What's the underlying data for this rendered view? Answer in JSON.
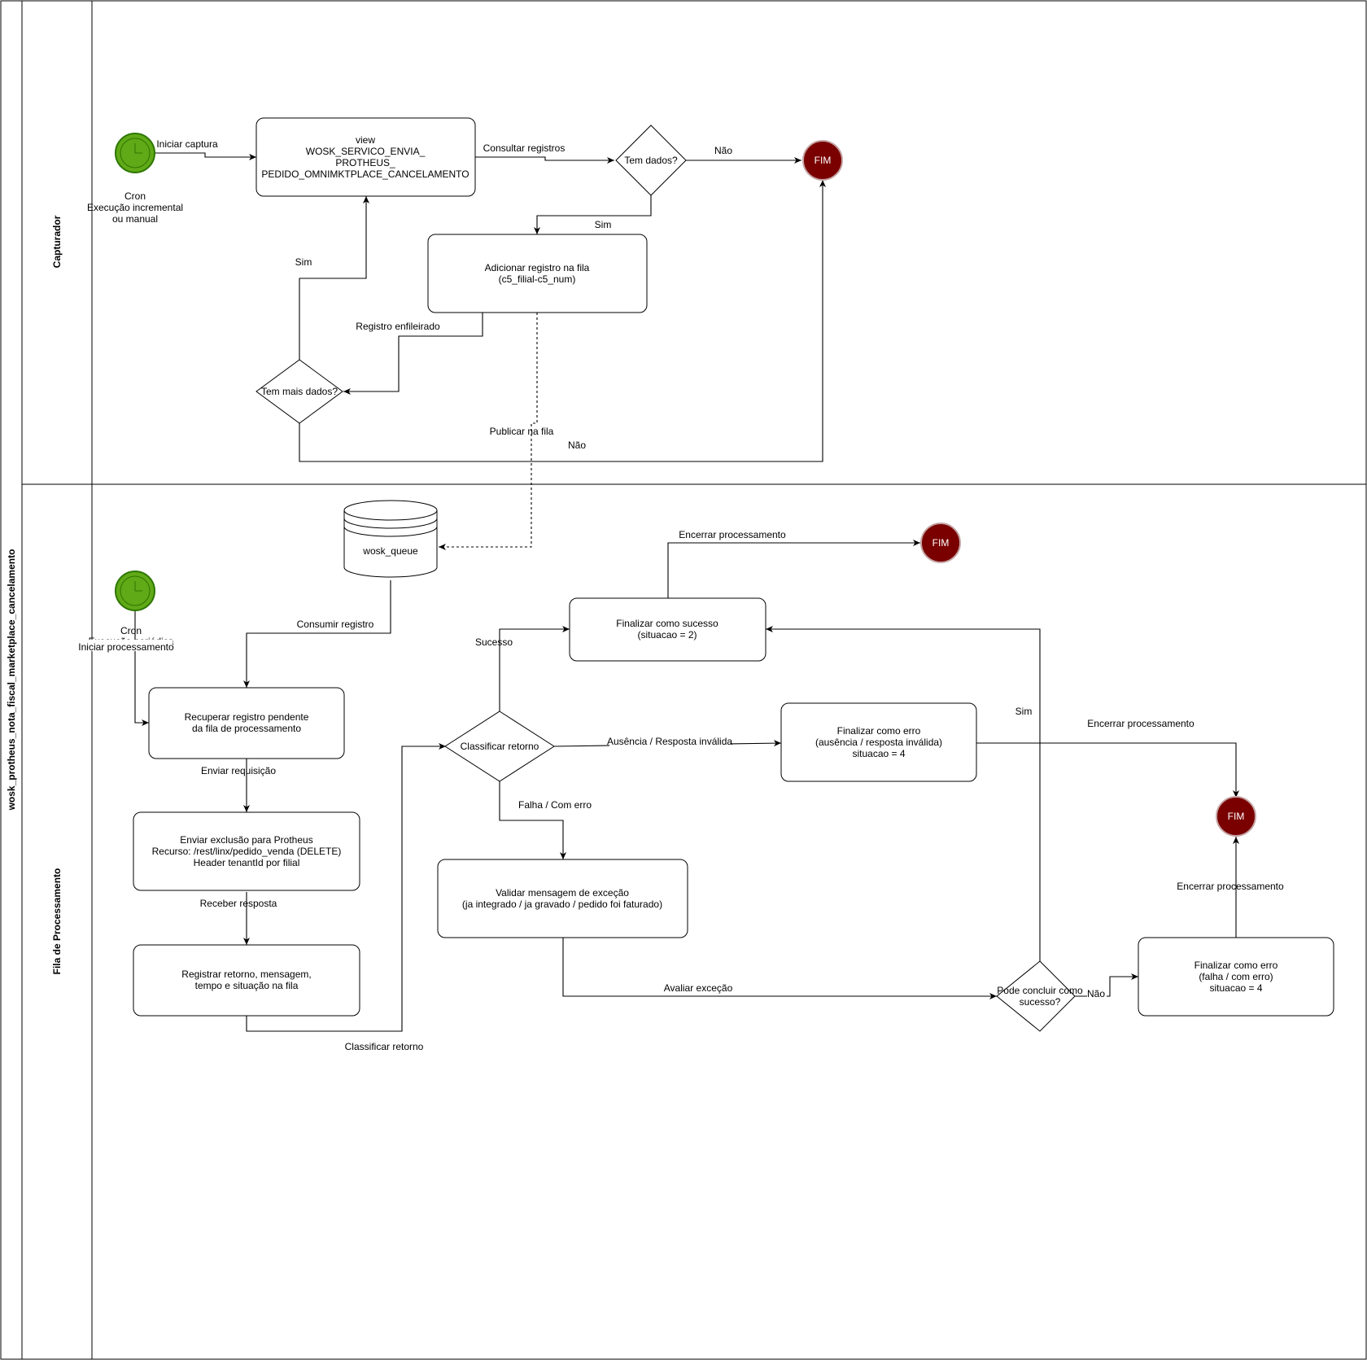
{
  "pool": {
    "title": "wosk_protheus_nota_fiscal_marketplace_cancelamento",
    "lanes": [
      "Capturador",
      "Fila de Processamento"
    ]
  },
  "capturador": {
    "cron_label": "Cron",
    "cron_desc_1": "Execução incremental",
    "cron_desc_2": "ou manual",
    "view_box": [
      "view",
      "WOSK_SERVICO_ENVIA_",
      "PROTHEUS_",
      "PEDIDO_OMNIMKTPLACE_CANCELAMENTO"
    ],
    "tem_dados": "Tem dados?",
    "fim": "FIM",
    "add_box": [
      "Adicionar registro na fila",
      "(c5_filial-c5_num)"
    ],
    "tem_mais_dados": "Tem mais dados?",
    "edges": {
      "iniciar_captura": "Iniciar captura",
      "consultar_registros": "Consultar registros",
      "nao_1": "Não",
      "sim_1": "Sim",
      "sim_2": "Sim",
      "registro_enfileirado": "Registro enfileirado",
      "publicar_na_fila": "Publicar na fila",
      "nao_2": "Não"
    }
  },
  "fila": {
    "cron_label": "Cron",
    "cron_desc_1": "Execução periódica",
    "queue": "wosk_queue",
    "recuperar_box": [
      "Recuperar registro pendente",
      "da fila de processamento"
    ],
    "enviar_box": [
      "Enviar exclusão para Protheus",
      "Recurso: /rest/linx/pedido_venda (DELETE)",
      "Header tenantId por filial"
    ],
    "registrar_box": [
      "Registrar retorno, mensagem,",
      "tempo e situação na fila"
    ],
    "classificar": "Classificar retorno",
    "sucesso_box": [
      "Finalizar como sucesso",
      "(situacao = 2)"
    ],
    "erro1_box": [
      "Finalizar como erro",
      "(ausência / resposta inválida)",
      "situacao = 4"
    ],
    "validar_box": [
      "Validar mensagem de exceção",
      "(ja integrado / ja gravado / pedido foi faturado)"
    ],
    "pode_concluir": [
      "Pode concluir como",
      "sucesso?"
    ],
    "erro2_box": [
      "Finalizar como erro",
      "(falha / com erro)",
      "situacao = 4"
    ],
    "fim_1": "FIM",
    "fim_2": "FIM",
    "edges": {
      "consumir_registro": "Consumir registro",
      "iniciar_processamento": "Iniciar processamento",
      "enviar_requisicao": "Enviar requisição",
      "receber_resposta": "Receber resposta",
      "classificar_retorno": "Classificar retorno",
      "sucesso": "Sucesso",
      "ausencia": "Ausência / Resposta inválida",
      "falha": "Falha / Com erro",
      "avaliar_excecao": "Avaliar exceção",
      "sim": "Sim",
      "nao": "Não",
      "encerrar_1": "Encerrar processamento",
      "encerrar_2": "Encerrar processamento",
      "encerrar_3": "Encerrar processamento"
    }
  }
}
